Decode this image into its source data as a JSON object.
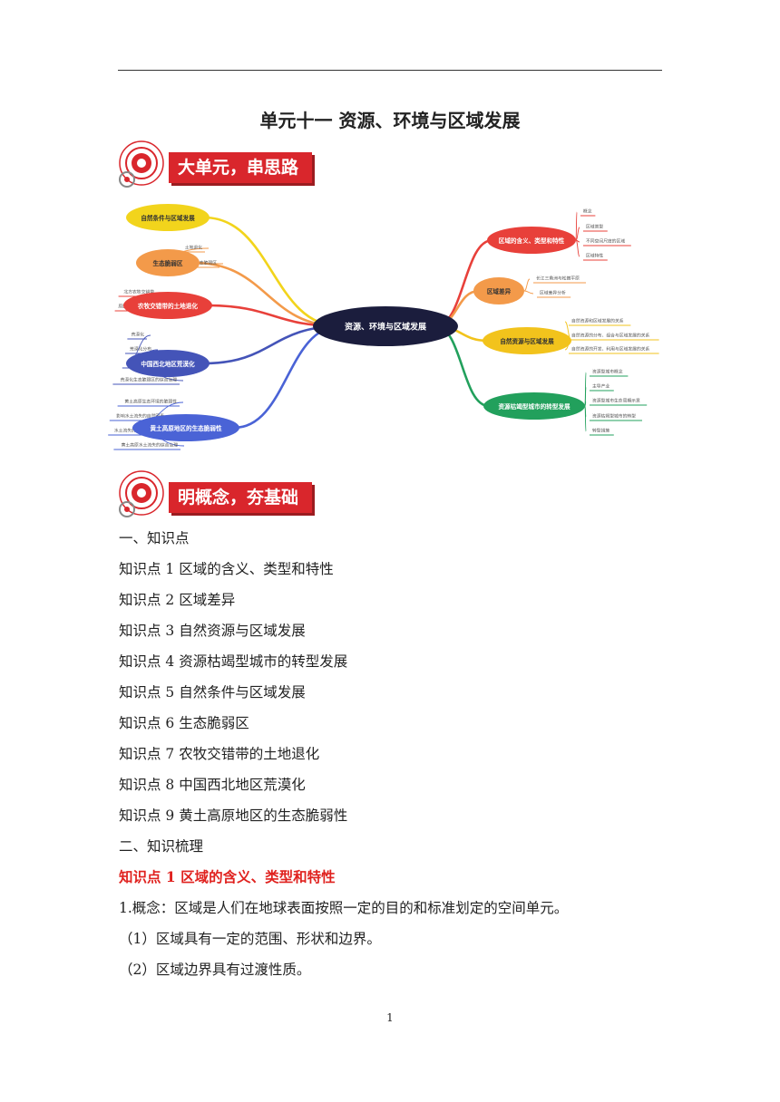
{
  "doc": {
    "title": "单元十一  资源、环境与区域发展",
    "page_number": "1"
  },
  "banners": {
    "b1": "大单元，串思路",
    "b2": "明概念，夯基础"
  },
  "mindmap": {
    "center": "资源、环境与区域发展",
    "left": [
      {
        "label": "自然条件与区域发展",
        "color": "#f2d41c",
        "text_color": "#333333",
        "items": []
      },
      {
        "label": "生态脆弱区",
        "color": "#f39a4a",
        "text_color": "#333333",
        "items": [
          "土地退化",
          "中国生态脆弱区"
        ]
      },
      {
        "label": "农牧交错带的土地退化",
        "color": "#e8403a",
        "text_color": "#ffffff",
        "items": [
          "北方农牧交错带",
          "原因"
        ]
      },
      {
        "label": "中国西北地区荒漠化",
        "color": "#4454b8",
        "text_color": "#ffffff",
        "items": [
          "荒漠化",
          "荒漠化分布",
          "荒漠化的原因",
          "荒漠化生态脆弱区的综合治理"
        ]
      },
      {
        "label": "黄土高原地区的生态脆弱性",
        "color": "#4a63d6",
        "text_color": "#ffffff",
        "items": [
          "黄土高原生态环境的脆弱性",
          "影响水土流失的自然因素",
          "水土流失的治理措施",
          "黄土高原水土流失的综合治理"
        ]
      }
    ],
    "right": [
      {
        "label": "区域的含义、类型和特性",
        "color": "#e8403a",
        "text_color": "#ffffff",
        "items": [
          "概念",
          "区域类型",
          "不同空间尺度的区域",
          "区域特性"
        ]
      },
      {
        "label": "区域差异",
        "color": "#f39a4a",
        "text_color": "#333333",
        "items": [
          "长江三角洲与松嫩平原",
          "区域差异分析"
        ]
      },
      {
        "label": "自然资源与区域发展",
        "color": "#f2c31c",
        "text_color": "#333333",
        "items": [
          "自然资源和区域发展的关系",
          "自然资源的分布、组合与区域发展的关系",
          "自然资源的开发、利用与区域发展的关系"
        ]
      },
      {
        "label": "资源枯竭型城市的转型发展",
        "color": "#22a05c",
        "text_color": "#ffffff",
        "items": [
          "资源型城市概念",
          "主导产业",
          "资源型城市生命周期示意",
          "资源枯竭型城市的转型",
          "转型措施"
        ]
      }
    ]
  },
  "content": {
    "l1": "一、知识点",
    "l2": "知识点 1  区域的含义、类型和特性",
    "l3": "知识点 2  区域差异",
    "l4": "知识点 3  自然资源与区域发展",
    "l5": "知识点 4  资源枯竭型城市的转型发展",
    "l6": "知识点 5  自然条件与区域发展",
    "l7": "知识点 6  生态脆弱区",
    "l8": "知识点 7  农牧交错带的土地退化",
    "l9": "知识点 8  中国西北地区荒漠化",
    "l10": "知识点 9  黄土高原地区的生态脆弱性",
    "l11": "二、知识梳理",
    "l12": "知识点 1  区域的含义、类型和特性",
    "l13": "1.概念：区域是人们在地球表面按照一定的目的和标准划定的空间单元。",
    "l14": "（1）区域具有一定的范围、形状和边界。",
    "l15": "（2）区域边界具有过渡性质。"
  }
}
